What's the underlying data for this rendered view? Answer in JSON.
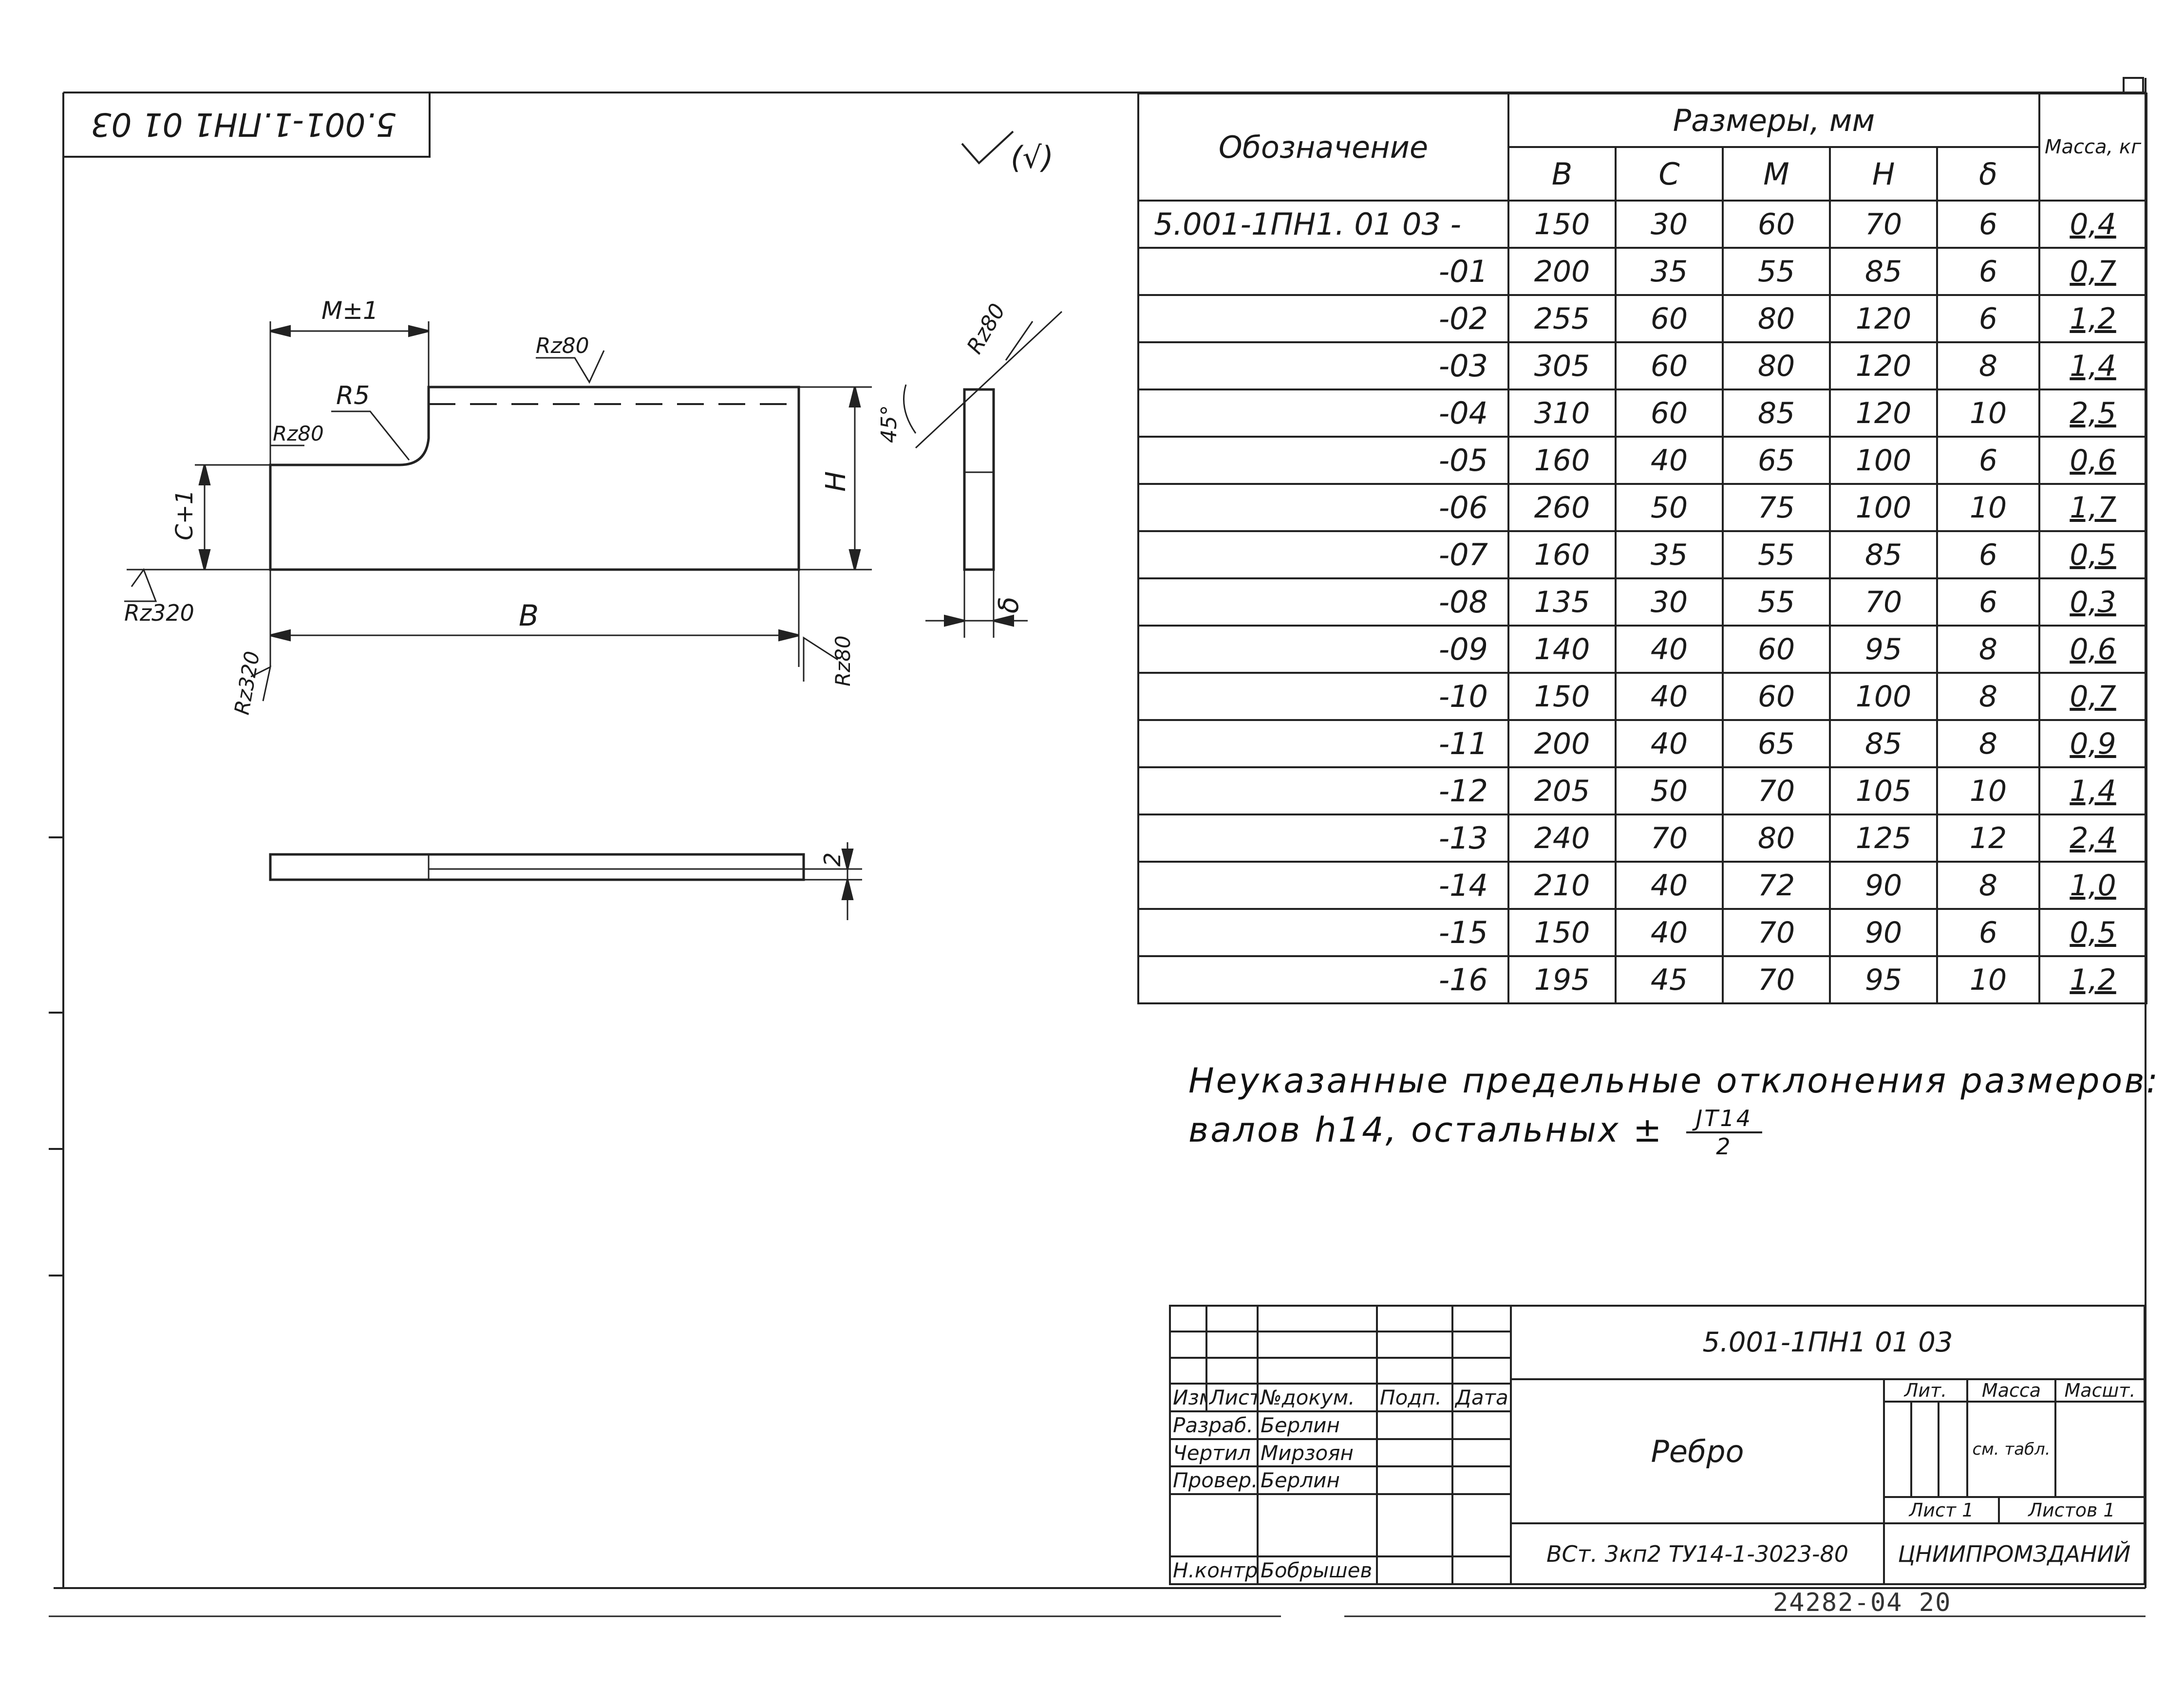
{
  "stamp": {
    "text": "5.001-1.ПН1 01 03"
  },
  "surface_symbol": {
    "text": "(√)"
  },
  "drawing": {
    "dims": {
      "m_tol": "M±1",
      "c_tol": "C+1",
      "r5": "R5",
      "rz80_top": "Rz80",
      "rz80_left": "Rz80",
      "rz320_left": "Rz320",
      "rz320_bottom": "Rz320",
      "b": "B",
      "h": "H",
      "rz80_right": "Rz80",
      "angle": "45°",
      "rz80_side": "Rz80",
      "delta": "δ",
      "two": "2"
    }
  },
  "table": {
    "header": {
      "designation": "Обозначение",
      "sizes": "Размеры, мм",
      "mass": "Масса, кг",
      "cols": [
        "В",
        "С",
        "М",
        "Н",
        "δ"
      ]
    },
    "rows": [
      {
        "des": "5.001-1ПН1. 01 03 -",
        "b": "150",
        "c": "30",
        "m": "60",
        "h": "70",
        "d": "6",
        "mass": "0,4"
      },
      {
        "des": "-01",
        "b": "200",
        "c": "35",
        "m": "55",
        "h": "85",
        "d": "6",
        "mass": "0,7"
      },
      {
        "des": "-02",
        "b": "255",
        "c": "60",
        "m": "80",
        "h": "120",
        "d": "6",
        "mass": "1,2"
      },
      {
        "des": "-03",
        "b": "305",
        "c": "60",
        "m": "80",
        "h": "120",
        "d": "8",
        "mass": "1,4"
      },
      {
        "des": "-04",
        "b": "310",
        "c": "60",
        "m": "85",
        "h": "120",
        "d": "10",
        "mass": "2,5"
      },
      {
        "des": "-05",
        "b": "160",
        "c": "40",
        "m": "65",
        "h": "100",
        "d": "6",
        "mass": "0,6"
      },
      {
        "des": "-06",
        "b": "260",
        "c": "50",
        "m": "75",
        "h": "100",
        "d": "10",
        "mass": "1,7"
      },
      {
        "des": "-07",
        "b": "160",
        "c": "35",
        "m": "55",
        "h": "85",
        "d": "6",
        "mass": "0,5"
      },
      {
        "des": "-08",
        "b": "135",
        "c": "30",
        "m": "55",
        "h": "70",
        "d": "6",
        "mass": "0,3"
      },
      {
        "des": "-09",
        "b": "140",
        "c": "40",
        "m": "60",
        "h": "95",
        "d": "8",
        "mass": "0,6"
      },
      {
        "des": "-10",
        "b": "150",
        "c": "40",
        "m": "60",
        "h": "100",
        "d": "8",
        "mass": "0,7"
      },
      {
        "des": "-11",
        "b": "200",
        "c": "40",
        "m": "65",
        "h": "85",
        "d": "8",
        "mass": "0,9"
      },
      {
        "des": "-12",
        "b": "205",
        "c": "50",
        "m": "70",
        "h": "105",
        "d": "10",
        "mass": "1,4"
      },
      {
        "des": "-13",
        "b": "240",
        "c": "70",
        "m": "80",
        "h": "125",
        "d": "12",
        "mass": "2,4"
      },
      {
        "des": "-14",
        "b": "210",
        "c": "40",
        "m": "72",
        "h": "90",
        "d": "8",
        "mass": "1,0"
      },
      {
        "des": "-15",
        "b": "150",
        "c": "40",
        "m": "70",
        "h": "90",
        "d": "6",
        "mass": "0,5"
      },
      {
        "des": "-16",
        "b": "195",
        "c": "45",
        "m": "70",
        "h": "95",
        "d": "10",
        "mass": "1,2"
      }
    ]
  },
  "note": {
    "line1": "Неуказанные предельные отклонения размеров:",
    "line2": "валов h14, остальных ±",
    "frac_num": "JT14",
    "frac_den": "2"
  },
  "title_block": {
    "doc_code": "5.001-1ПН1 01 03",
    "part_name": "Ребро",
    "material": "ВСт. 3кп2 ТУ14-1-3023-80",
    "org": "ЦНИИПРОМЗДАНИЙ",
    "lit_label": "Лит.",
    "mass_label": "Масса",
    "scale_label": "Масшт.",
    "mass_value": "см. табл.",
    "sheet_label": "Лист 1",
    "sheets_label": "Листов 1",
    "hdr": [
      "Изм.",
      "Лист",
      "№докум.",
      "Подп.",
      "Дата"
    ],
    "roles": [
      {
        "role": "Разраб.",
        "name": "Берлин"
      },
      {
        "role": "Чертил",
        "name": "Мирзоян"
      },
      {
        "role": "Провер.",
        "name": "Берлин"
      },
      {
        "role": "",
        "name": ""
      },
      {
        "role": "Н.контр.",
        "name": "Бобрышев"
      }
    ]
  },
  "footer": {
    "code": "24282-04 20"
  }
}
